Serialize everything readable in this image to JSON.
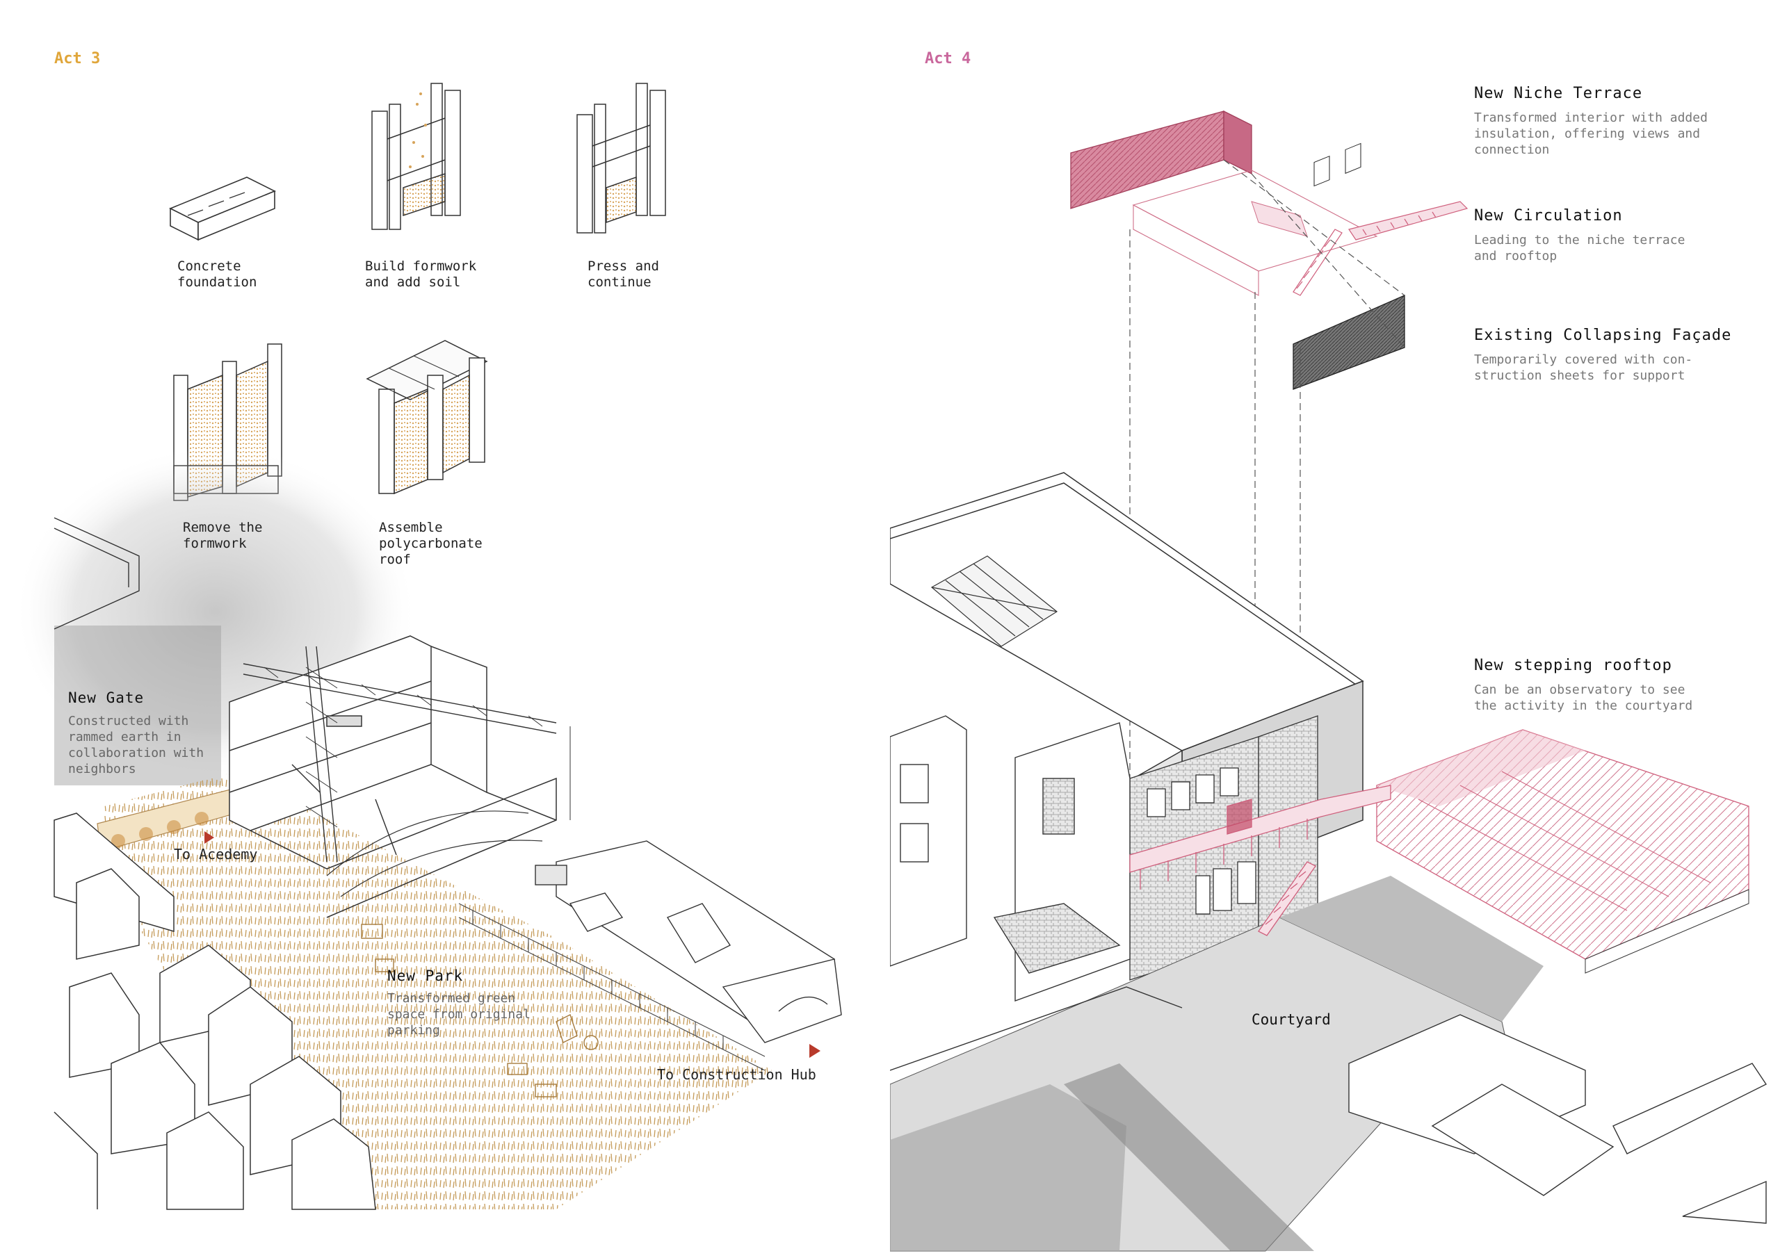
{
  "colors": {
    "act3": "#e0a63a",
    "act4": "#c9679c",
    "terrace": "#c24a66",
    "grass": "#c49a58",
    "arrow": "#b83a2b"
  },
  "act3": {
    "title": "Act 3",
    "steps": [
      {
        "label": "Concrete\nfoundation"
      },
      {
        "label": "Build formwork\nand add soil"
      },
      {
        "label": "Press and\ncontinue"
      },
      {
        "label": "Remove the\nformwork"
      },
      {
        "label": "Assemble\npolycarbonate\nroof"
      }
    ],
    "gate": {
      "title": "New Gate",
      "desc": "Constructed with\nrammed earth in\ncollaboration with\nneighbors"
    },
    "academy": "To Acedemy",
    "park": {
      "title": "New Park",
      "desc": "Transformed green\nspace from original\nparking"
    },
    "hub": "To Construction Hub"
  },
  "act4": {
    "title": "Act 4",
    "annotations": [
      {
        "title": "New Niche Terrace",
        "desc": "Transformed interior with added\ninsulation, offering views and\nconnection"
      },
      {
        "title": "New Circulation",
        "desc": "Leading to the niche terrace\nand rooftop"
      },
      {
        "title": "Existing Collapsing Façade",
        "desc": "Temporarily covered with con-\nstruction sheets for support"
      },
      {
        "title": "New stepping rooftop",
        "desc": "Can be an observatory to see\nthe activity in the courtyard"
      }
    ],
    "courtyard": "Courtyard"
  }
}
